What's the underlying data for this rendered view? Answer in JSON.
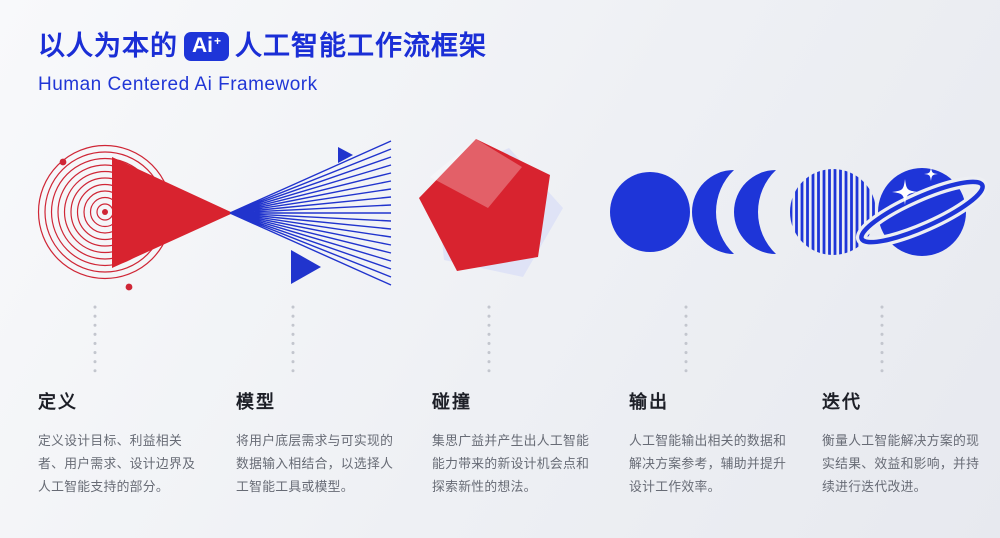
{
  "header": {
    "title_prefix": "以人为本的",
    "badge_main": "Ai",
    "badge_plus": "+",
    "title_suffix": "人工智能工作流框架",
    "subtitle": "Human Centered Ai Framework"
  },
  "colors": {
    "accent_blue": "#1e35d8",
    "accent_red": "#d8232f",
    "pentagon_back": "#dfe3f6",
    "heading_text": "#1d1f27",
    "body_text": "#676b75",
    "dotted_line": "#c3c6ce"
  },
  "graphics": {
    "define_model": "radar-beam-graphic",
    "collision": "pentagon-collision-graphic",
    "output_iterate": "waves-planet-graphic"
  },
  "columns": [
    {
      "title": "定义",
      "desc": "定义设计目标、利益相关者、用户需求、设计边界及人工智能支持的部分。"
    },
    {
      "title": "模型",
      "desc": "将用户底层需求与可实现的数据输入相结合，以选择人工智能工具或模型。"
    },
    {
      "title": "碰撞",
      "desc": "集思广益并产生出人工智能能力带来的新设计机会点和探索新性的想法。"
    },
    {
      "title": "输出",
      "desc": "人工智能输出相关的数据和解决方案参考，辅助并提升设计工作效率。"
    },
    {
      "title": "迭代",
      "desc": "衡量人工智能解决方案的现实结果、效益和影响，并持续进行迭代改进。"
    }
  ]
}
